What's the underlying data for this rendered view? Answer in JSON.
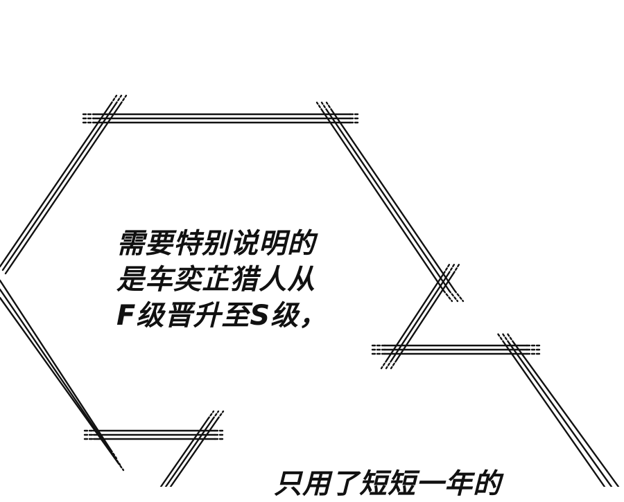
{
  "panel": {
    "background": "#ffffff",
    "line_color": "#111111",
    "caption_1": {
      "lines": [
        "需要特别说明的",
        "是车奕芷猎人从",
        "F级晋升至S级，"
      ]
    },
    "caption_2": {
      "text": "只用了短短一年的"
    }
  }
}
